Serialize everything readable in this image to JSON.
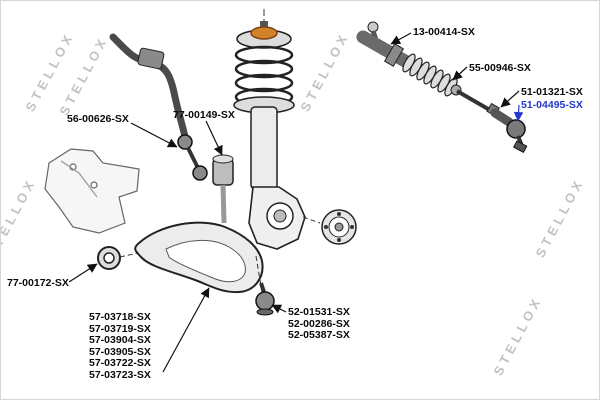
{
  "watermark_text": "STELLOX",
  "colors": {
    "highlight": "#2438cc",
    "line": "#111111",
    "watermark": "#6e6e6e"
  },
  "parts": {
    "steering_gear": "13-00414-SX",
    "steering_bellow": "55-00946-SX",
    "axial_rod": "51-01321-SX",
    "tie_rod_end": "51-04495-SX",
    "stabilizer_link": "56-00626-SX",
    "front_bushing": "77-00149-SX",
    "rear_bushing": "77-00172-SX",
    "control_arms": [
      "57-03718-SX",
      "57-03719-SX",
      "57-03904-SX",
      "57-03905-SX",
      "57-03722-SX",
      "57-03723-SX"
    ],
    "ball_joints": [
      "52-01531-SX",
      "52-00286-SX",
      "52-05387-SX"
    ]
  }
}
